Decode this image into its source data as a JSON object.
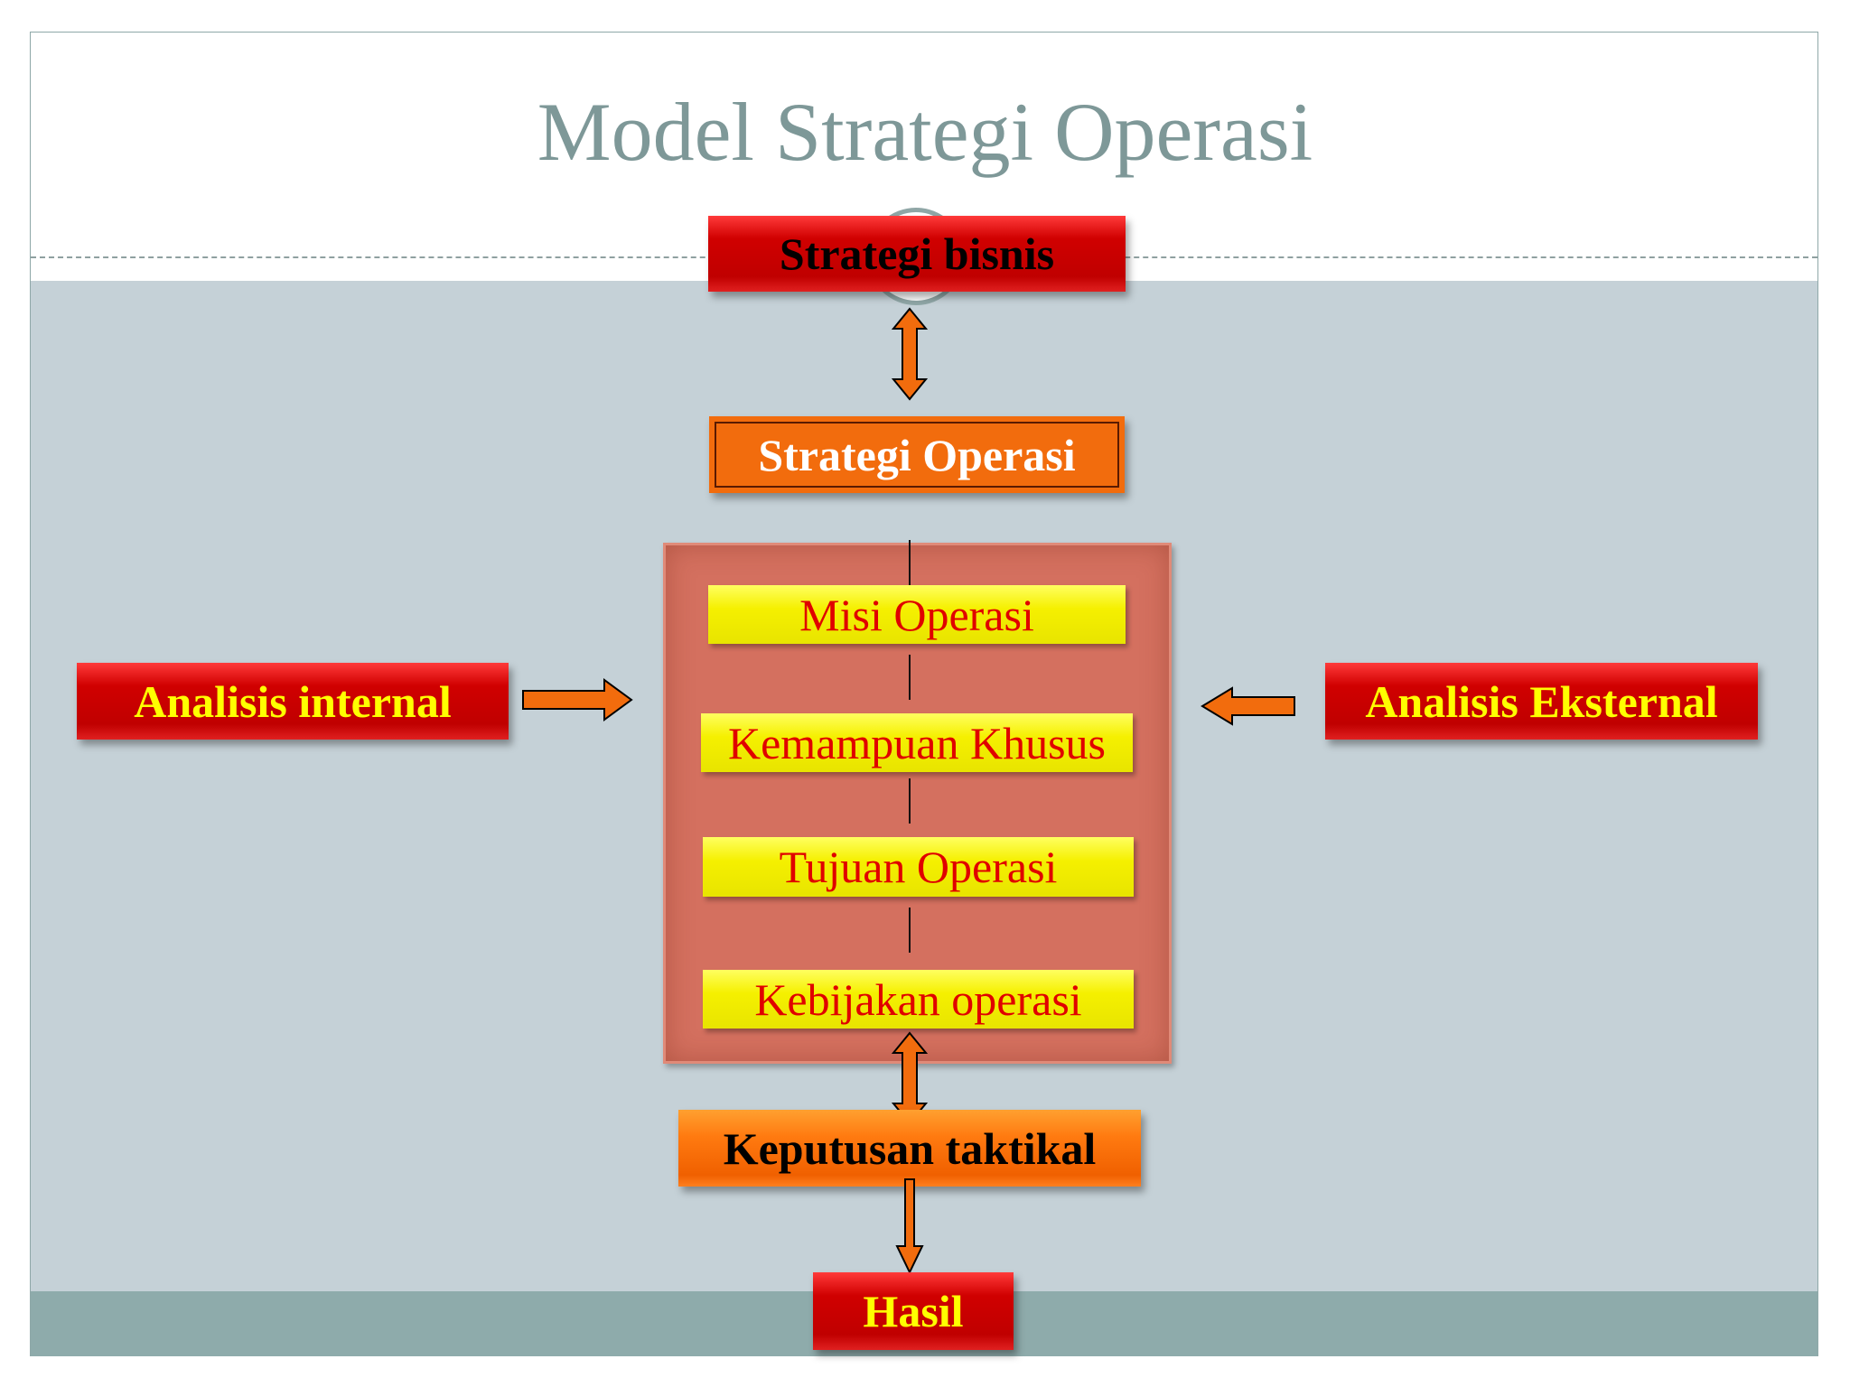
{
  "title": "Model Strategi Operasi",
  "nodes": {
    "strategi_bisnis": "Strategi bisnis",
    "strategi_operasi": "Strategi Operasi",
    "misi_operasi": "Misi Operasi",
    "kemampuan_khusus": "Kemampuan Khusus",
    "tujuan_operasi": "Tujuan Operasi",
    "kebijakan_operasi": "Kebijakan operasi",
    "analisis_internal": "Analisis internal",
    "analisis_eksternal": "Analisis Eksternal",
    "keputusan_taktikal": "Keputusan taktikal",
    "hasil": "Hasil"
  },
  "colors": {
    "red_box": "#c00000",
    "orange_box": "#f26c0d",
    "yellow_box": "#f5f000",
    "salmon_container": "#d4705f",
    "background": "#c5d1d7",
    "title": "#7e9898"
  }
}
